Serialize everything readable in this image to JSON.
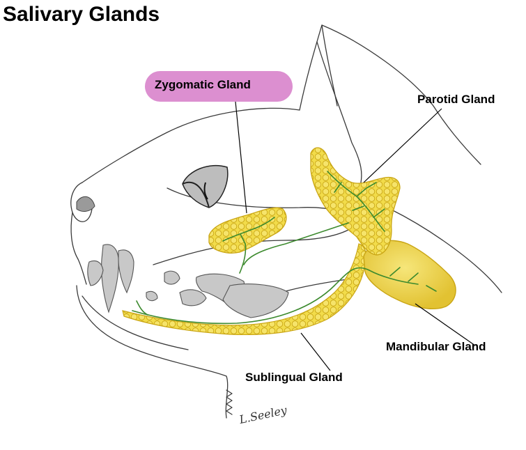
{
  "title": "Salivary Glands",
  "labels": {
    "zygomatic": "Zygomatic Gland",
    "parotid": "Parotid Gland",
    "mandibular": "Mandibular Gland",
    "sublingual": "Sublingual Gland"
  },
  "signature": "L.Seeley",
  "colors": {
    "gland_fill": "#f2dc4a",
    "gland_stroke": "#c9a514",
    "duct": "#3c8a2e",
    "highlight_pill": "#dc8fd0",
    "outline": "#3a3a3a",
    "teeth": "#c8c8c8"
  }
}
